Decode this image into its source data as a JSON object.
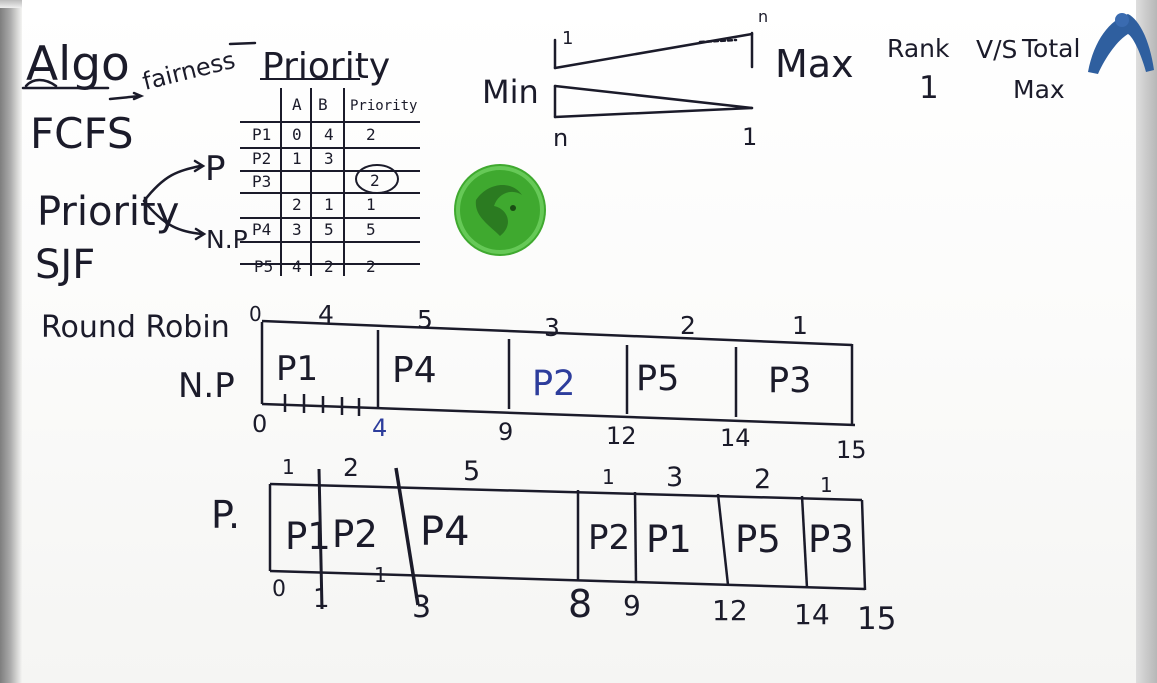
{
  "left_list": {
    "algo": "Algo",
    "fcfs": "FCFS",
    "priority": "Priority",
    "sjf": "SJF",
    "round_robin": "Round Robin",
    "fairness": "fairness",
    "p": "P",
    "np": "N.P"
  },
  "priority_table": {
    "title": "Priority",
    "headers": [
      "",
      "A",
      "B",
      "Priority"
    ],
    "rows": [
      [
        "P1",
        "0",
        "4",
        "2"
      ],
      [
        "P2",
        "1",
        "3",
        "2"
      ],
      [
        "P3",
        "2",
        "1",
        "1"
      ],
      [
        "P4",
        "3",
        "5",
        "5"
      ],
      [
        "P5",
        "4",
        "2",
        "2"
      ]
    ]
  },
  "scale_diagram": {
    "min": "Min",
    "max": "Max",
    "top_left": "1",
    "top_right": "n",
    "bottom_left": "n",
    "bottom_right": "1",
    "rank": "Rank",
    "vs": "V/S",
    "total": "Total",
    "rank_value": "1",
    "total_value": "Max"
  },
  "gantt_np": {
    "label": "N.P",
    "priorities": [
      "4",
      "5",
      "3",
      "2",
      "1"
    ],
    "start": "0",
    "processes": [
      "P1",
      "P4",
      "P2",
      "P5",
      "P3"
    ],
    "times": [
      "0",
      "4",
      "9",
      "12",
      "14",
      "15"
    ]
  },
  "gantt_p": {
    "label": "P.",
    "priorities": [
      "1",
      "2",
      "5",
      "1",
      "3",
      "2",
      "1"
    ],
    "processes": [
      "P1",
      "P2",
      "P4",
      "P2",
      "P1",
      "P5",
      "P3"
    ],
    "times": [
      "0",
      "1",
      "3",
      "8",
      "9",
      "12",
      "14",
      "15"
    ],
    "under_note": "1"
  },
  "colors": {
    "ink": "#1b1b2a",
    "blue_ink": "#2d3d9c",
    "green_logo": "#3fa92f"
  }
}
